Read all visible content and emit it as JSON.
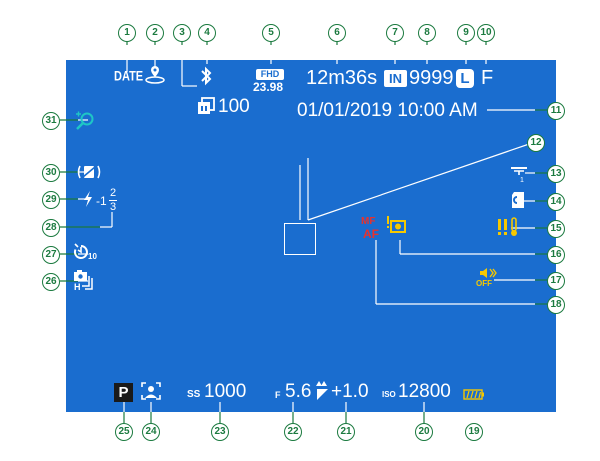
{
  "callouts": [
    "1",
    "2",
    "3",
    "4",
    "5",
    "6",
    "7",
    "8",
    "9",
    "10",
    "11",
    "12",
    "13",
    "14",
    "15",
    "16",
    "17",
    "18",
    "19",
    "20",
    "21",
    "22",
    "23",
    "24",
    "25",
    "26",
    "27",
    "28",
    "29",
    "30",
    "31"
  ],
  "display": {
    "date_label": "DATE",
    "wireless_count": "100",
    "fhd_label": "FHD",
    "frame_rate": "23.98",
    "record_time": "12m36s",
    "memory_label": "IN",
    "frames_remaining": "9999",
    "image_size": "L",
    "image_quality": "F",
    "datetime": "01/01/2019 10:00 AM",
    "flash_comp_main": "-1",
    "flash_comp_num": "2",
    "flash_comp_den": "3",
    "af_label_top": "MF",
    "af_label_bottom": "AF",
    "shooting_mode": "P",
    "shutter_label": "SS",
    "shutter_speed": "1000",
    "aperture_label": "F",
    "aperture": "5.6",
    "exposure_comp": "+1.0",
    "iso_label": "ISO",
    "iso": "12800",
    "self_timer": "10",
    "drive_mode": "H",
    "sound_off_label": "OFF"
  },
  "colors": {
    "lcd": "#1a6dcf",
    "callout": "#1b7a3f",
    "warning": "#f5c800",
    "alert": "#e8312d"
  }
}
